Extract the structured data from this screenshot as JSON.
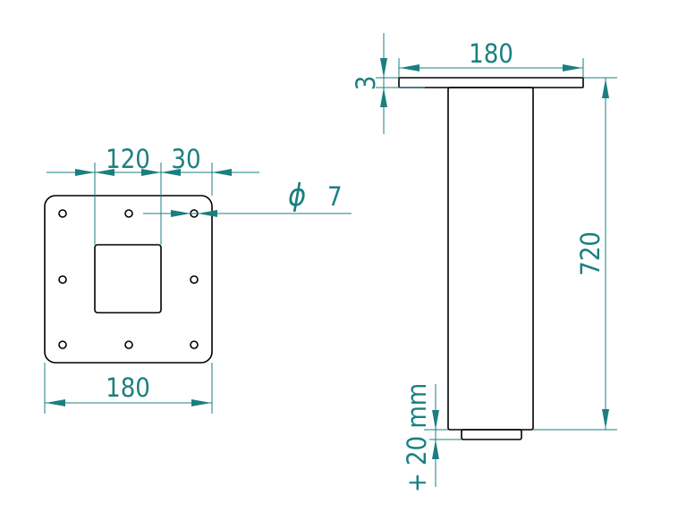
{
  "drawing": {
    "accent_color": "#1b7f80",
    "top_view": {
      "dim_hole_spacing": "120",
      "dim_edge_offset": "30",
      "dim_hole_diameter_symbol": "ϕ",
      "dim_hole_diameter": "7",
      "dim_plate_width": "180"
    },
    "side_view": {
      "dim_plate_width": "180",
      "dim_plate_thickness": "3",
      "dim_height": "720",
      "dim_adjust": "+ 20 mm"
    }
  }
}
